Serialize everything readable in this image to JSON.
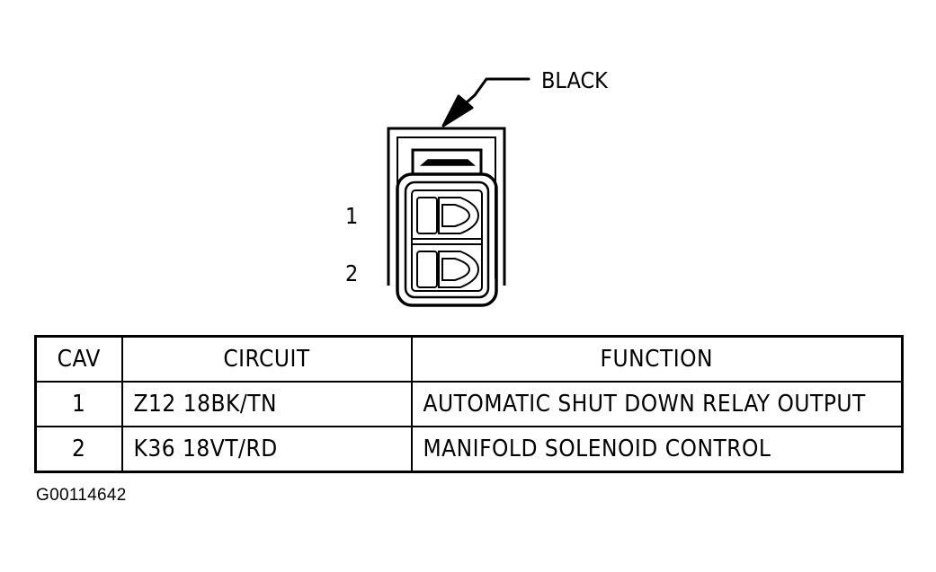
{
  "connector": {
    "color_label": "BLACK",
    "pin_labels": [
      "1",
      "2"
    ]
  },
  "table": {
    "headers": {
      "cav": "CAV",
      "circuit": "CIRCUIT",
      "function": "FUNCTION"
    },
    "rows": [
      {
        "cav": "1",
        "circuit": "Z12 18BK/TN",
        "function": "AUTOMATIC SHUT DOWN RELAY OUTPUT"
      },
      {
        "cav": "2",
        "circuit": "K36 18VT/RD",
        "function": "MANIFOLD SOLENOID CONTROL"
      }
    ]
  },
  "figure_id": "G00114642"
}
